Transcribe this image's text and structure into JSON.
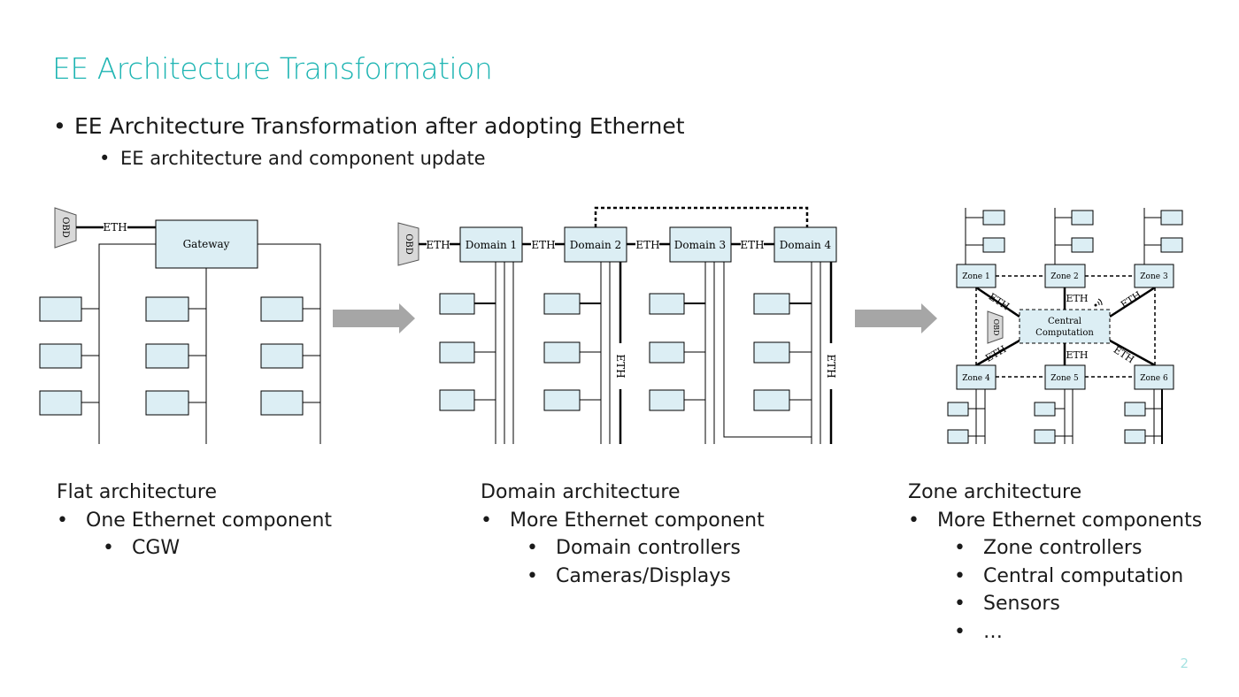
{
  "slide": {
    "title": "EE Architecture Transformation",
    "bullet1": "EE Architecture Transformation after adopting Ethernet",
    "bullet2": "EE architecture and component update",
    "page_number": "2"
  },
  "colors": {
    "title": "#1fb5b3",
    "box_fill": "#dceef4",
    "arrow": "#a6a6a6",
    "obd_fill": "#d9d9d9"
  },
  "diagram": {
    "flat": {
      "obd": "OBD",
      "eth": "ETH",
      "gateway": "Gateway"
    },
    "domain": {
      "obd": "OBD",
      "eth": "ETH",
      "domains": [
        "Domain 1",
        "Domain 2",
        "Domain 3",
        "Domain 4"
      ]
    },
    "zone": {
      "obd": "OBD",
      "eth": "ETH",
      "zones": [
        "Zone 1",
        "Zone 2",
        "Zone 3",
        "Zone 4",
        "Zone 5",
        "Zone 6"
      ],
      "central_line1": "Central",
      "central_line2": "Computation"
    }
  },
  "columns": [
    {
      "heading": "Flat architecture",
      "item": "One Ethernet component",
      "subitems": [
        "CGW"
      ]
    },
    {
      "heading": "Domain architecture",
      "item": "More Ethernet component",
      "subitems": [
        "Domain controllers",
        "Cameras/Displays"
      ]
    },
    {
      "heading": "Zone architecture",
      "item": "More Ethernet components",
      "subitems": [
        "Zone controllers",
        "Central computation",
        "Sensors",
        "…"
      ]
    }
  ]
}
